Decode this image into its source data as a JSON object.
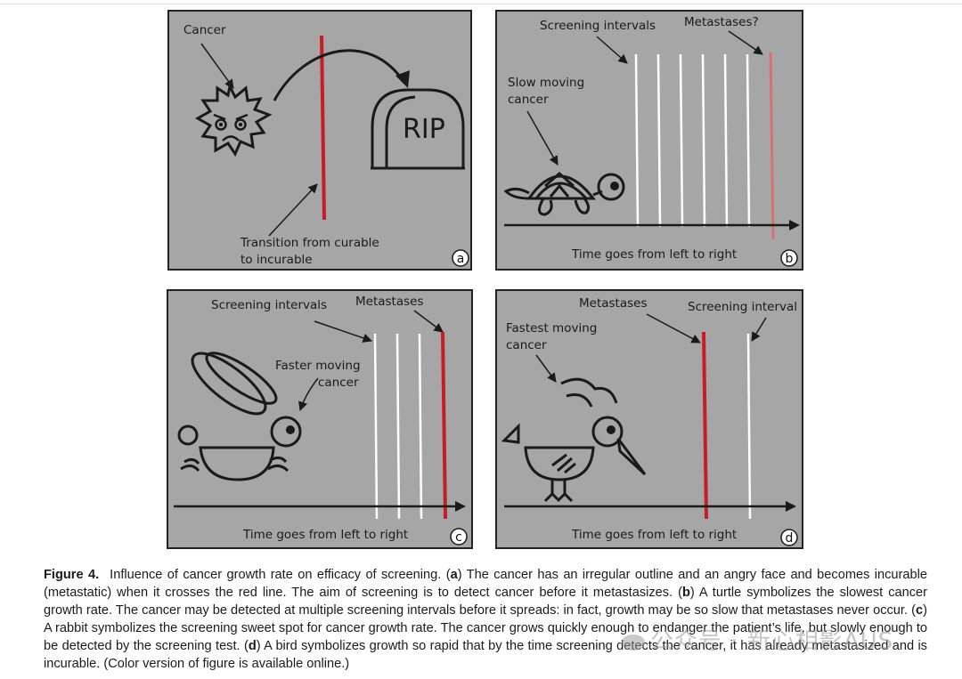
{
  "panel_a": {
    "cancer_label": "Cancer",
    "rip_text": "RIP",
    "transition_line1": "Transition from curable",
    "transition_line2": "to incurable",
    "badge": "a"
  },
  "panel_b": {
    "screening_label": "Screening intervals",
    "metastases_label": "Metastases?",
    "slow_line1": "Slow moving",
    "slow_line2": "cancer",
    "time_label": "Time goes from left to right",
    "badge": "b"
  },
  "panel_c": {
    "screening_label": "Screening intervals",
    "metastases_label": "Metastases",
    "faster_line1": "Faster moving",
    "faster_line2": "cancer",
    "time_label": "Time goes from left to right",
    "badge": "c"
  },
  "panel_d": {
    "metastases_label": "Metastases",
    "screening_label": "Screening interval",
    "fastest_line1": "Fastest moving",
    "fastest_line2": "cancer",
    "time_label": "Time goes from left to right",
    "badge": "d"
  },
  "caption": {
    "figure_label": "Figure 4.",
    "s0": "Influence of cancer growth rate on efficacy of screening. (",
    "ka": "a",
    "s1": ") The cancer has an irregular outline and an angry face and becomes incurable (metastatic) when it crosses the red line. The aim of screening is to detect cancer before it metastasizes. (",
    "kb": "b",
    "s2": ") A turtle symbolizes the slowest cancer growth rate. The cancer may be detected at multiple screening intervals before it spreads: in fact, growth may be so slow that metastases never occur. (",
    "kc": "c",
    "s3": ") A rabbit symbolizes the screening sweet spot for cancer growth rate. The cancer grows quickly enough to endanger the patient’s life, but slowly enough to be detected by the screening test. (",
    "kd": "d",
    "s4": ") A bird symbolizes growth so rapid that by the time screening detects the cancer, it has already metastasized and is incurable. (Color version of figure is available online.)"
  },
  "watermark": "公众号 · 新心相影AUS",
  "colors": {
    "panel_bg": "#a6a6a6",
    "red_line": "#c41e24",
    "faded_red": "#d97070",
    "screen_line": "#ffffff",
    "ink": "#1a1a1a"
  }
}
